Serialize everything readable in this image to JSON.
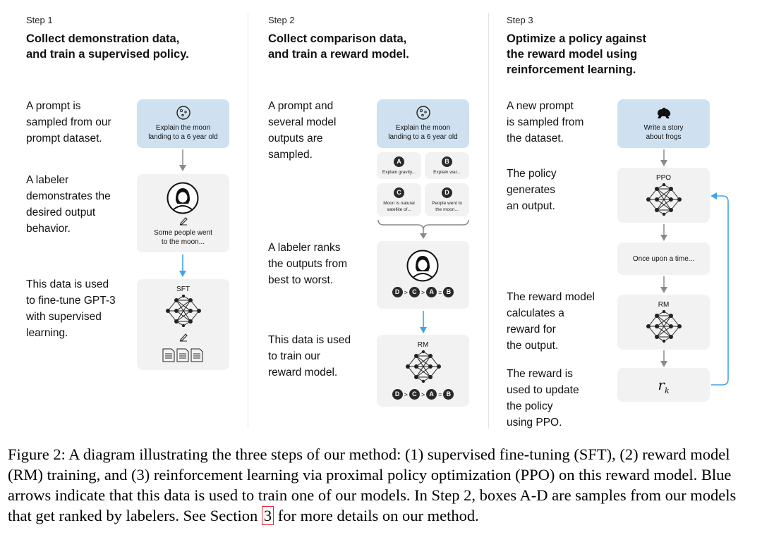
{
  "steps": [
    {
      "label": "Step 1",
      "title_line1": "Collect demonstration data,",
      "title_line2": "and train a supervised policy.",
      "descs": [
        [
          "A prompt is",
          "sampled from our",
          "prompt dataset."
        ],
        [
          "A labeler",
          "demonstrates the",
          "desired output",
          "behavior."
        ],
        [
          "This data is used",
          "to fine-tune GPT-3",
          "with supervised",
          "learning."
        ]
      ],
      "prompt_line1": "Explain the moon",
      "prompt_line2": "landing to a 6 year old",
      "demo_line1": "Some people went",
      "demo_line2": "to the moon...",
      "model_label": "SFT"
    },
    {
      "label": "Step 2",
      "title_line1": "Collect comparison data,",
      "title_line2": "and train a reward model.",
      "descs": [
        [
          "A prompt and",
          "several model",
          "outputs are",
          "sampled."
        ],
        [
          "A labeler ranks",
          "the outputs from",
          "best to worst."
        ],
        [
          "This data is used",
          "to train our",
          "reward model."
        ]
      ],
      "prompt_line1": "Explain the moon",
      "prompt_line2": "landing to a 6 year old",
      "outputs": [
        {
          "letter": "A",
          "line1": "Explain gravity...",
          "line2": ""
        },
        {
          "letter": "B",
          "line1": "Explain war...",
          "line2": ""
        },
        {
          "letter": "C",
          "line1": "Moon is natural",
          "line2": "satellite of..."
        },
        {
          "letter": "D",
          "line1": "People went to",
          "line2": "the moon..."
        }
      ],
      "ranking": [
        "D",
        ">",
        "C",
        ">",
        "A",
        "=",
        "B"
      ],
      "model_label": "RM"
    },
    {
      "label": "Step 3",
      "title_line1": "Optimize a policy against",
      "title_line2": "the reward model using",
      "title_line3": "reinforcement learning.",
      "descs": [
        [
          "A new prompt",
          "is sampled from",
          "the dataset."
        ],
        [
          "The policy",
          "generates",
          "an output."
        ],
        [
          "The reward model",
          "calculates a",
          "reward for",
          "the output."
        ],
        [
          "The reward is",
          "used to update",
          "the policy",
          "using PPO."
        ]
      ],
      "prompt_line1": "Write a story",
      "prompt_line2": "about frogs",
      "policy_label": "PPO",
      "output_text": "Once upon a time...",
      "rm_label": "RM",
      "reward_symbol": "r",
      "reward_sub": "k"
    }
  ],
  "caption": {
    "text_before_ref": "Figure 2: A diagram illustrating the three steps of our method: (1) supervised fine-tuning (SFT), (2) reward model (RM) training, and (3) reinforcement learning via proximal policy optimization (PPO) on this reward model. Blue arrows indicate that this data is used to train one of our models. In Step 2, boxes A-D are samples from our models that get ranked by labelers. See Section ",
    "ref": "3",
    "text_after_ref": " for more details on our method."
  },
  "colors": {
    "prompt_box": "#cfe1f1",
    "model_box": "#f2f2f2",
    "grey_arrow": "#8a8a8a",
    "blue_arrow": "#3ea4ea",
    "ref_border": "#e23"
  }
}
